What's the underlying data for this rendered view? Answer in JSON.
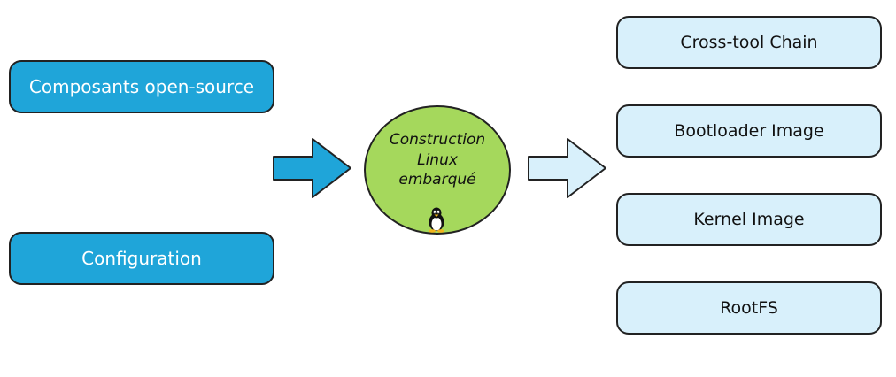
{
  "inputs": {
    "components": "Composants open-source",
    "configuration": "Configuration"
  },
  "center": {
    "line1": "Construction",
    "line2": "Linux",
    "line3": "embarqué",
    "icon": "tux-penguin-icon"
  },
  "outputs": {
    "cross_tool_chain": "Cross-tool Chain",
    "bootloader_image": "Bootloader Image",
    "kernel_image": "Kernel Image",
    "rootfs": "RootFS"
  },
  "colors": {
    "input_fill": "#1fa5d9",
    "input_arrow": "#1fa5d9",
    "center_fill": "#a5d85c",
    "output_fill": "#d8f0fb",
    "output_arrow": "#d8f0fb",
    "stroke": "#222222"
  }
}
